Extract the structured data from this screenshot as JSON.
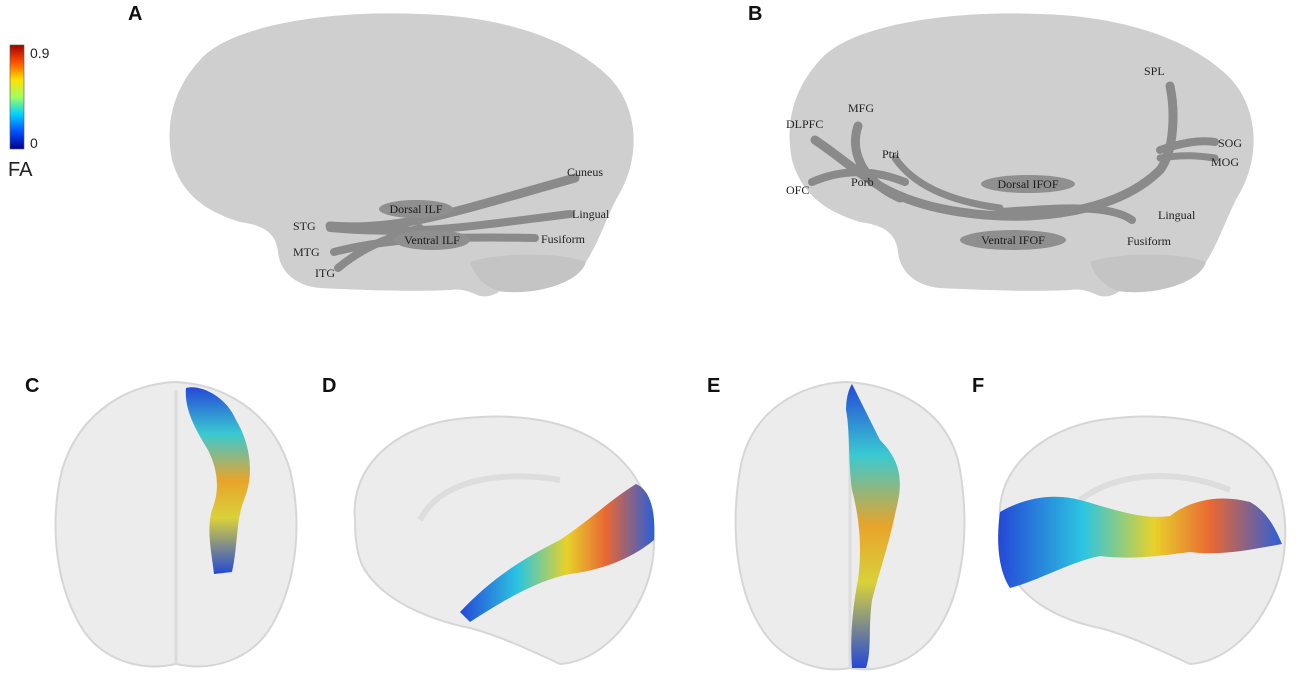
{
  "panels": {
    "a": "A",
    "b": "B",
    "c": "C",
    "d": "D",
    "e": "E",
    "f": "F"
  },
  "colorbar": {
    "max": "0.9",
    "min": "0",
    "title": "FA",
    "stops": [
      "#00008f",
      "#0050ff",
      "#00d0ff",
      "#a0ff60",
      "#ffe000",
      "#ff5000",
      "#a00000"
    ]
  },
  "ilf": {
    "regions": {
      "stg": "STG",
      "mtg": "MTG",
      "itg": "ITG",
      "cuneus": "Cuneus",
      "lingual": "Lingual",
      "fusiform": "Fusiform"
    },
    "dorsal": "Dorsal ILF",
    "ventral": "Ventral ILF"
  },
  "ifof": {
    "regions": {
      "dlpfc": "DLPFC",
      "mfg": "MFG",
      "ptri": "Ptri",
      "ofc": "OFC",
      "porb": "Porb",
      "spl": "SPL",
      "sog": "SOG",
      "mog": "MOG",
      "lingual": "Lingual",
      "fusiform": "Fusiform"
    },
    "dorsal": "Dorsal IFOF",
    "ventral": "Ventral IFOF"
  }
}
